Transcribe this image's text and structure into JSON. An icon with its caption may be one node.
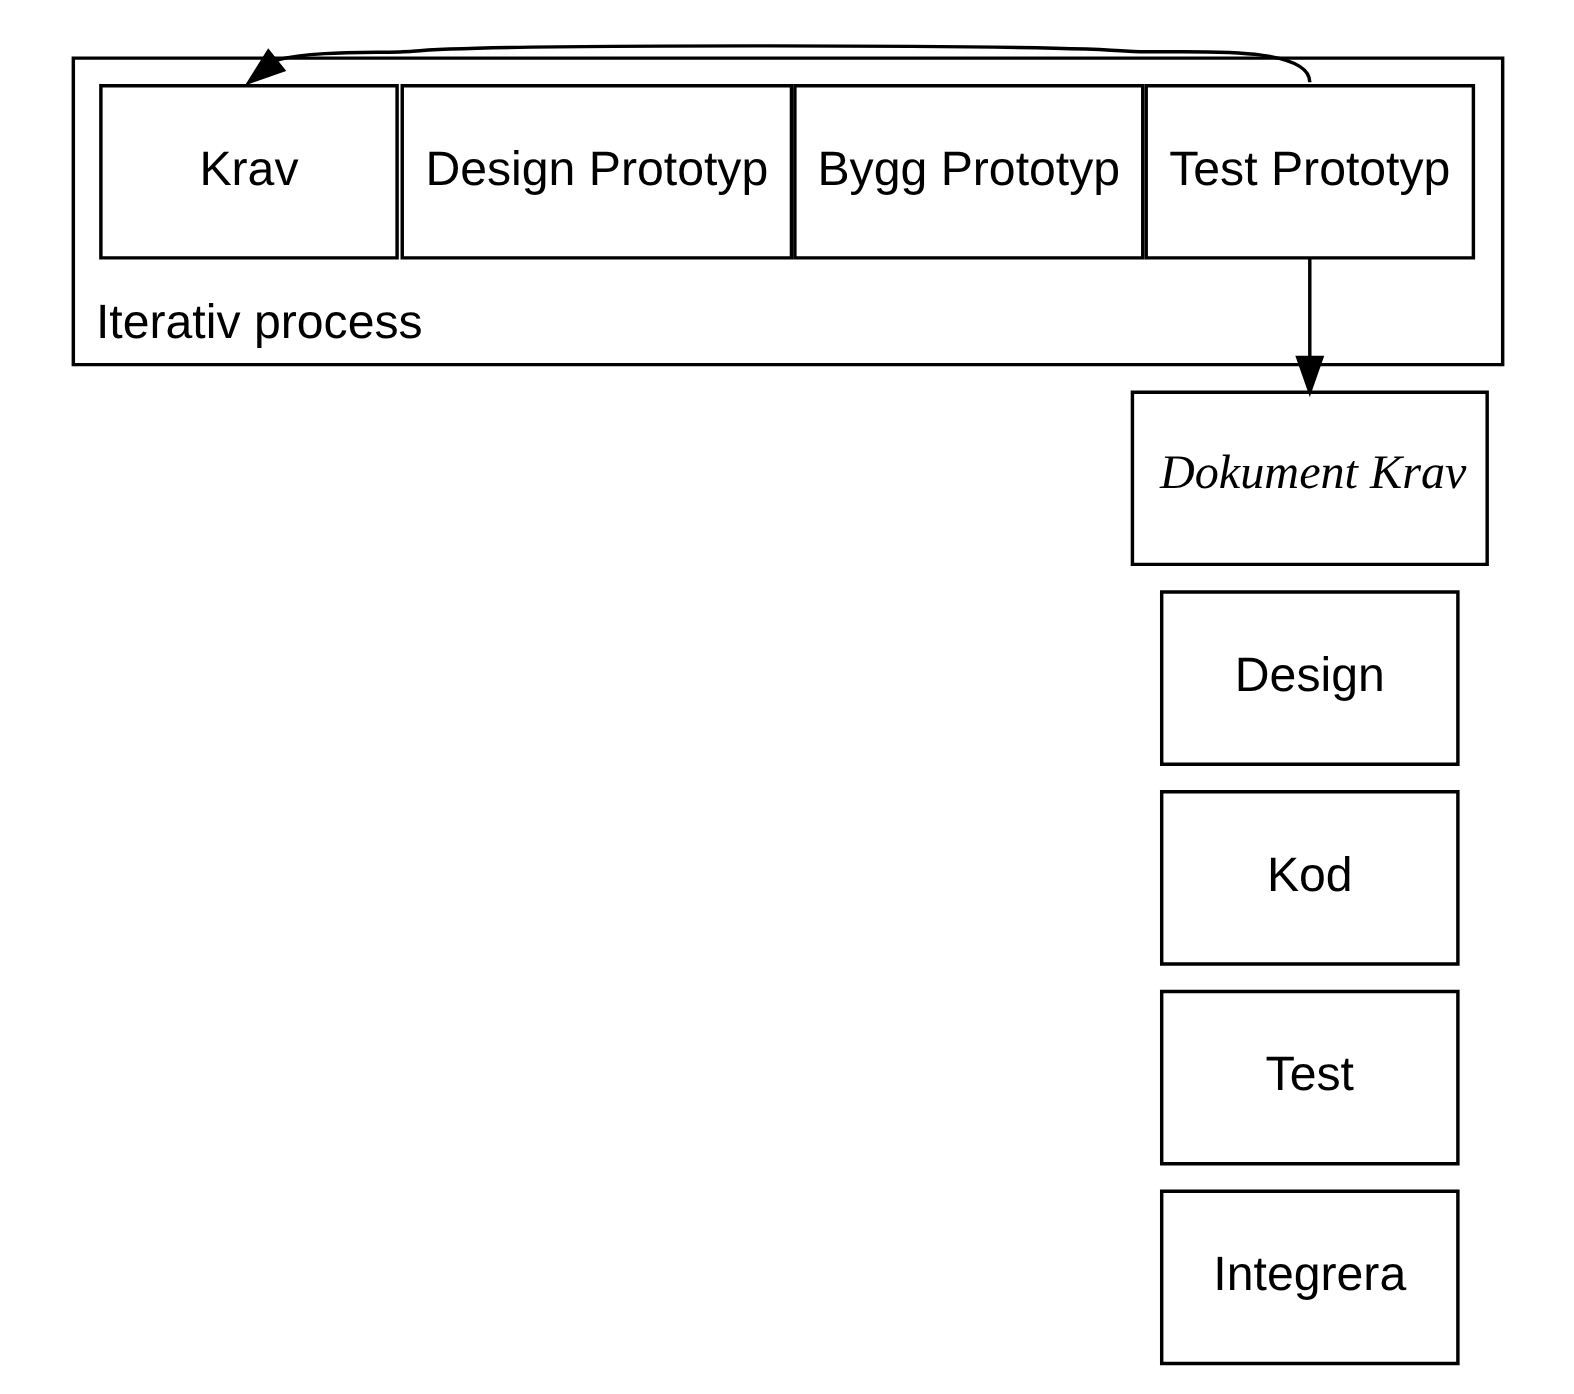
{
  "diagram": {
    "nodes": [
      {
        "text": [
          "Iterativ process"
        ]
      },
      {
        "text": [
          "Krav"
        ],
        "in": 0
      },
      {
        "text": [
          "Design Prototyp"
        ],
        "in": 0
      },
      {
        "text": [
          "Bygg Prototyp"
        ],
        "in": 0
      },
      {
        "text": [
          "Test Prototyp"
        ],
        "in": 0
      },
      {
        "text": [
          "Dokument Krav"
        ]
      },
      {
        "text": [
          "Design"
        ]
      },
      {
        "text": [
          "Kod"
        ]
      },
      {
        "text": [
          "Test"
        ]
      },
      {
        "text": [
          "Integrera"
        ]
      }
    ],
    "edges": [
      {
        "from": 4,
        "to": 1,
        "arrow": "to"
      },
      {
        "from": 4,
        "to": 5,
        "arrow": "to"
      }
    ]
  }
}
